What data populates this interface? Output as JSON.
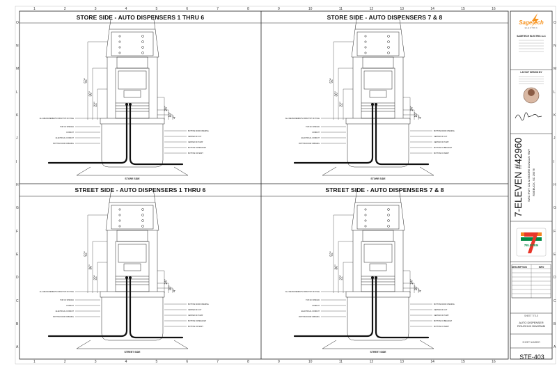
{
  "sheet": {
    "grid_cols": [
      "1",
      "2",
      "3",
      "4",
      "5",
      "6",
      "7",
      "8",
      "9",
      "10",
      "11",
      "12",
      "13",
      "14",
      "15",
      "16"
    ],
    "grid_rows": [
      "O",
      "N",
      "M",
      "L",
      "K",
      "J",
      "I",
      "H",
      "G",
      "F",
      "E",
      "D",
      "C",
      "B",
      "A"
    ]
  },
  "panels": [
    {
      "title": "STORE SIDE - AUTO DISPENSERS 1 THRU 6",
      "footer": "STORE SIDE"
    },
    {
      "title": "STORE SIDE - AUTO DISPENSERS 7 & 8",
      "footer": "STORE SIDE"
    },
    {
      "title": "STREET SIDE - AUTO DISPENSERS 1 THRU 6",
      "footer": "STREET SIDE"
    },
    {
      "title": "STREET SIDE - AUTO DISPENSERS 7 & 8",
      "footer": "STREET SIDE"
    }
  ],
  "dimensions": {
    "d1": "52\"",
    "d2": "36\"",
    "d3": "22\"",
    "d4": "24\"",
    "d5": "10\"",
    "d6": "4\""
  },
  "left_notes": [
    "ALL MEASUREMENTS FROM TOP OF POLE",
    "TOP OF SHROUD",
    "CONDUIT",
    "ELECTRICAL CONDUIT",
    "BOTTOM DOOR OPENING"
  ],
  "right_notes": [
    "BOTTOM DOOR OPENING",
    "CENTER OF CUT",
    "CENTER OF PUMP",
    "BOTTOM OF BRACKET",
    "BOTTOM OF SKIRT"
  ],
  "title_block": {
    "company": "Sagetech",
    "company_sub": "ELECTRIC",
    "contractor": "SAGETECH ELECTRIC LLC",
    "layout_label": "LAYOUT DESIGN BY",
    "store": "7-ELEVEN #42960",
    "address": "SWC HWY 221 & MOORE DUNCAN HWY",
    "city": "ROEBUCK, SC 29376",
    "logo_text": "7ELEVEN",
    "revisions_header": [
      "DESCRIPTION",
      "INFO"
    ],
    "sheet_title_label": "SHEET TITLE",
    "sheet_title": "AUTO DISPENSER ROUGH-IN DIAGRAM",
    "sheet_number_label": "SHEET NUMBER",
    "sheet_number": "STE-403"
  },
  "colors": {
    "line": "#222222",
    "accent_red": "#e8362a",
    "accent_orange": "#f58220",
    "accent_green": "#008a45",
    "sage_orange": "#f7931e"
  }
}
